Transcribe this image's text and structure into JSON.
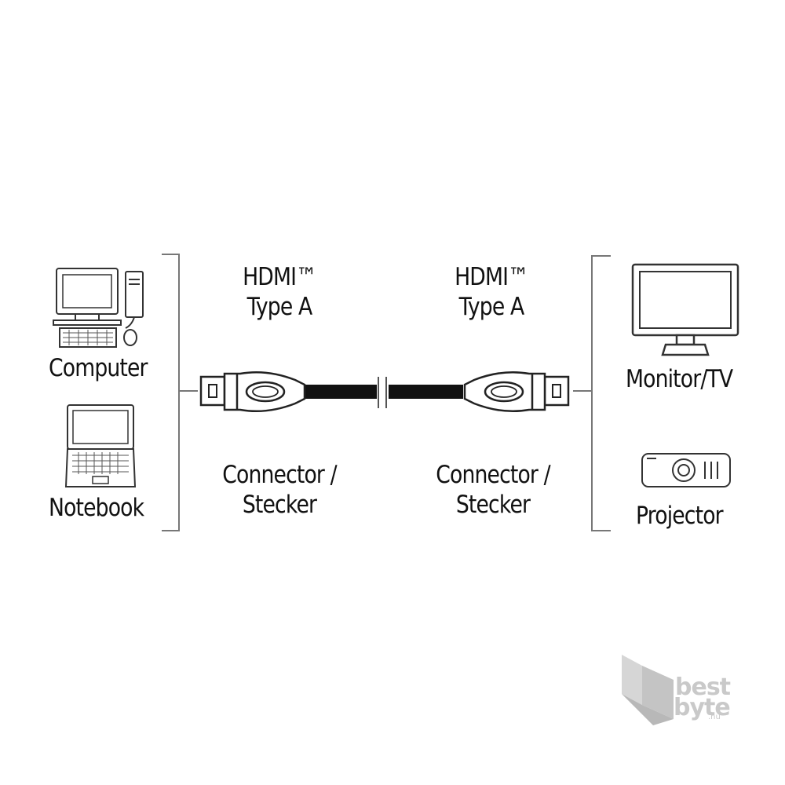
{
  "left_devices": {
    "computer_label": "Computer",
    "notebook_label": "Notebook"
  },
  "right_devices": {
    "monitor_label": "Monitor/TV",
    "projector_label": "Projector"
  },
  "left_connector": {
    "type_line1": "HDMI™",
    "type_line2": "Type A",
    "name_line1": "Connector /",
    "name_line2": "Stecker"
  },
  "right_connector": {
    "type_line1": "HDMI™",
    "type_line2": "Type A",
    "name_line1": "Connector /",
    "name_line2": "Stecker"
  },
  "watermark": {
    "line1": "best",
    "line2": "byte",
    "tld": ".hu"
  }
}
